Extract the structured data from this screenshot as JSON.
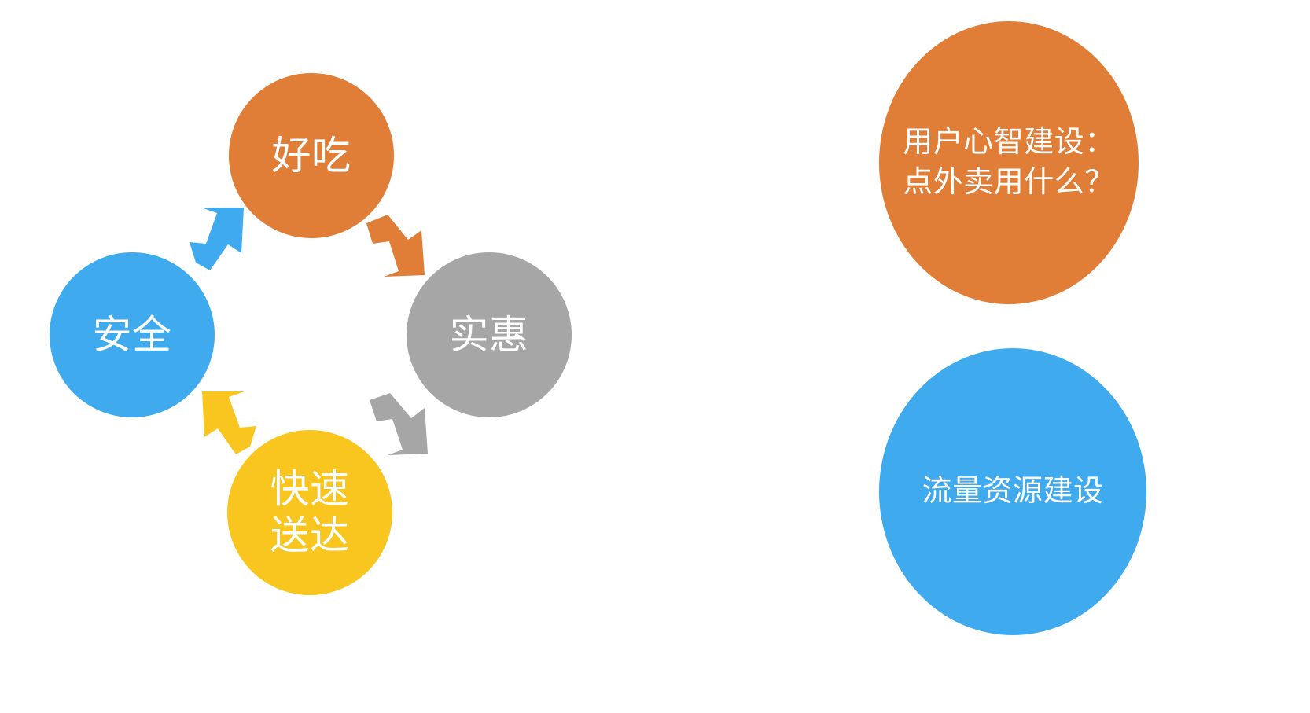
{
  "slide": {
    "background_color": "#FFFFFF"
  },
  "palette": {
    "orange": "#E07E37",
    "blue": "#3FAAEE",
    "gray": "#A6A6A6",
    "yellow": "#F9C51F",
    "text_on_fill": "#FFFFFF"
  },
  "cycle_diagram": {
    "name": "user-value-cycle",
    "nodes": [
      {
        "id": "top",
        "label": "好吃",
        "color": "#E07E37",
        "position": "top"
      },
      {
        "id": "right",
        "label": "实惠",
        "color": "#A6A6A6",
        "position": "right"
      },
      {
        "id": "bottom",
        "label": "快速\n送达",
        "color": "#F9C51F",
        "position": "bottom"
      },
      {
        "id": "left",
        "label": "安全",
        "color": "#3FAAEE",
        "position": "left"
      }
    ],
    "arrows": [
      {
        "id": "top-to-right",
        "color": "#E07E37",
        "direction": "down-right",
        "icon": "arrow-down-right-icon"
      },
      {
        "id": "right-to-bottom",
        "color": "#A6A6A6",
        "direction": "down-left",
        "icon": "arrow-down-left-icon"
      },
      {
        "id": "bottom-to-left",
        "color": "#F9C51F",
        "direction": "up-left",
        "icon": "arrow-up-left-icon"
      },
      {
        "id": "left-to-top",
        "color": "#3FAAEE",
        "direction": "up-right",
        "icon": "arrow-up-right-icon"
      }
    ]
  },
  "outcome_circles": [
    {
      "id": "mindshare",
      "label": "用户心智建设：\n点外卖用什么？",
      "color": "#E07E37"
    },
    {
      "id": "traffic",
      "label": "流量资源建设",
      "color": "#3FAAEE"
    }
  ]
}
